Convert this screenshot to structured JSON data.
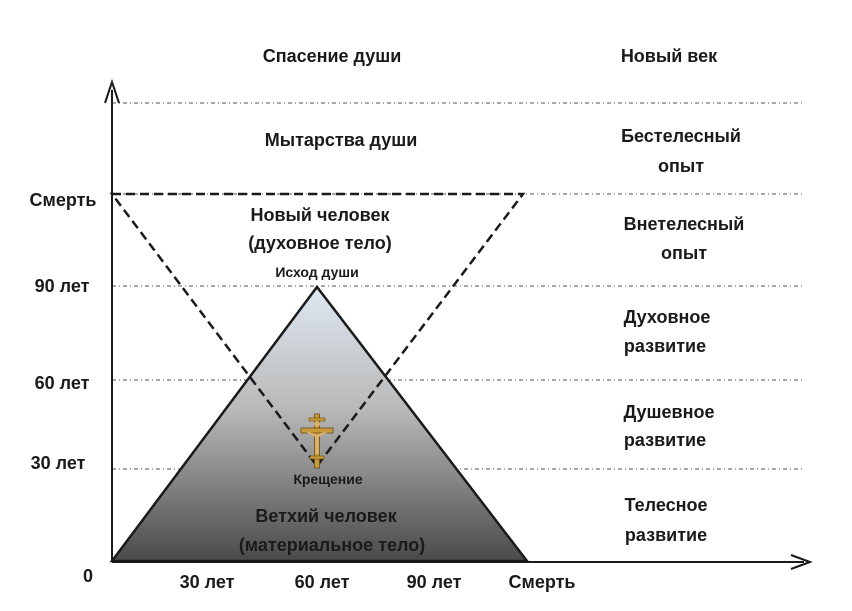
{
  "header": {
    "left": "Спасение  души",
    "right": "Новый век"
  },
  "zones_left": {
    "ordeals": "Мытарства  души",
    "new_man_line1": "Новый  человек",
    "new_man_line2": "(духовное тело)",
    "exodus": "Исход   души",
    "baptism": "Крещение",
    "old_man_line1": "Ветхий  человек",
    "old_man_line2": "(материальное тело)"
  },
  "zones_right": [
    {
      "line1": "Бестелесный",
      "line2": "опыт"
    },
    {
      "line1": "Внетелесный",
      "line2": "опыт"
    },
    {
      "line1": "Духовное",
      "line2": "развитие"
    },
    {
      "line1": "Душевное",
      "line2": "развитие"
    },
    {
      "line1": "Телесное",
      "line2": "развитие"
    }
  ],
  "y_axis": {
    "death": "Смерть",
    "t90": "90 лет",
    "t60": "60 лет",
    "t30": "30 лет"
  },
  "x_axis": {
    "origin": "0",
    "t30": "30 лет",
    "t60": "60 лет",
    "t90": "90 лет",
    "death": "Смерть"
  },
  "colors": {
    "line": "#1a1a1a",
    "pyramid_top": "#dfe8f2",
    "pyramid_bottom": "#4a4a4a",
    "cross": "#c89a3a"
  },
  "icon": "crucifix-icon"
}
